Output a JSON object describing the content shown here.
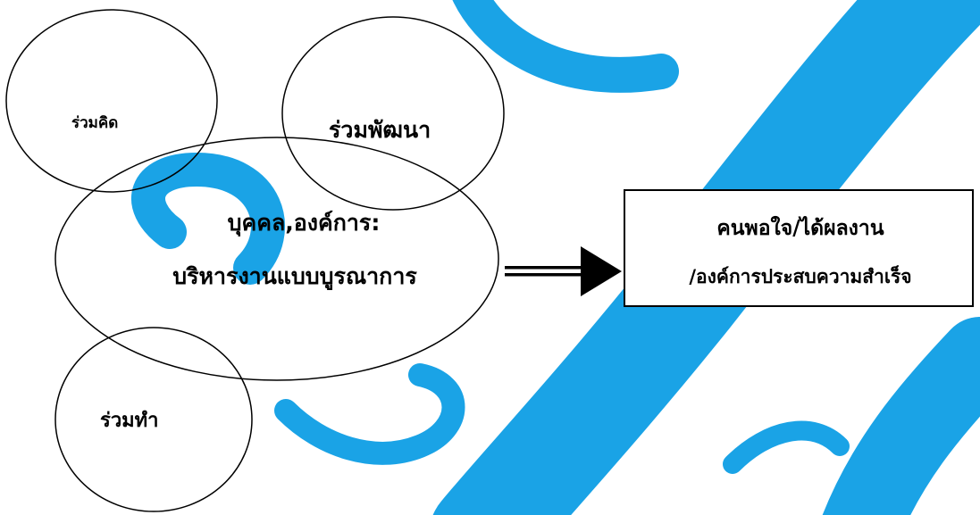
{
  "diagram": {
    "circles": {
      "think": "ร่วมคิด",
      "develop": "ร่วมพัฒนา",
      "do": "ร่วมทำ"
    },
    "center": {
      "line1": "บุคคล,องค์การ:",
      "line2": "บริหารงานแบบบูรณาการ"
    },
    "result": {
      "line1": "คนพอใจ/ได้ผลงาน",
      "line2": "/องค์การประสบความสำเร็จ"
    }
  },
  "colors": {
    "watermark": "#1aa3e6",
    "stroke": "#000000",
    "background": "#ffffff"
  },
  "icons": [
    "double-arrow-icon",
    "watermark-script-letter"
  ]
}
